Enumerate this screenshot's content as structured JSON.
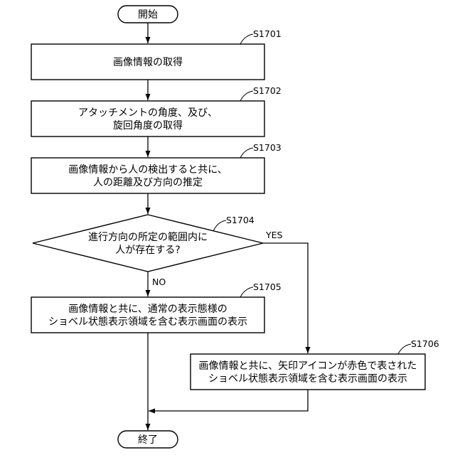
{
  "start": {
    "label": "開始"
  },
  "end": {
    "label": "終了"
  },
  "steps": [
    {
      "id": "S1701",
      "lines": [
        "画像情報の取得"
      ]
    },
    {
      "id": "S1702",
      "lines": [
        "アタッチメントの角度、及び、",
        "旋回角度の取得"
      ]
    },
    {
      "id": "S1703",
      "lines": [
        "画像情報から人の検出すると共に、",
        "人の距離及び方向の推定"
      ]
    },
    {
      "id": "S1704",
      "lines": [
        "進行方向の所定の範囲内に",
        "人が存在する?"
      ]
    },
    {
      "id": "S1705",
      "lines": [
        "画像情報と共に、通常の表示態様の",
        "ショベル状態表示領域を含む表示画面の表示"
      ]
    },
    {
      "id": "S1706",
      "lines": [
        "画像情報と共に、矢印アイコンが赤色で表された",
        "ショベル状態表示領域を含む表示画面の表示"
      ]
    }
  ],
  "branches": {
    "yes": "YES",
    "no": "NO"
  }
}
